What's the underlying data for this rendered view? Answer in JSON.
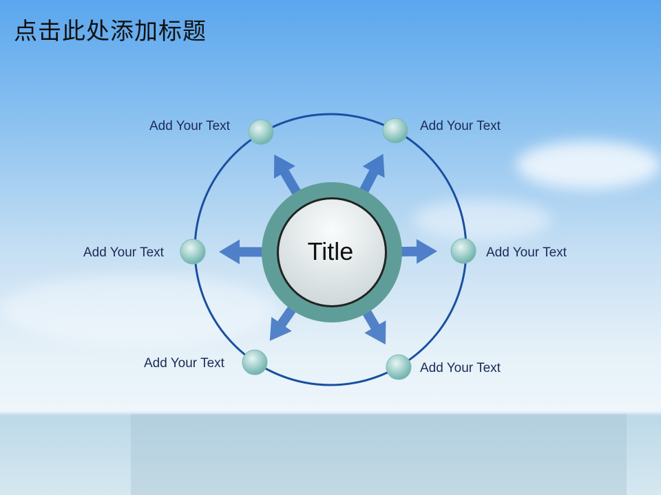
{
  "slide": {
    "title": "点击此处添加标题"
  },
  "diagram": {
    "center_label": "Title",
    "nodes": [
      {
        "label": "Add Your Text",
        "position": "top-left"
      },
      {
        "label": "Add Your Text",
        "position": "top-right"
      },
      {
        "label": "Add Your Text",
        "position": "left"
      },
      {
        "label": "Add Your Text",
        "position": "right"
      },
      {
        "label": "Add Your Text",
        "position": "bottom-left"
      },
      {
        "label": "Add Your Text",
        "position": "bottom-right"
      }
    ]
  },
  "colors": {
    "ring": "#1a4fa0",
    "node": "#8fc8c4",
    "hub": "#5f9e98",
    "arrow": "#3a6fc0"
  }
}
